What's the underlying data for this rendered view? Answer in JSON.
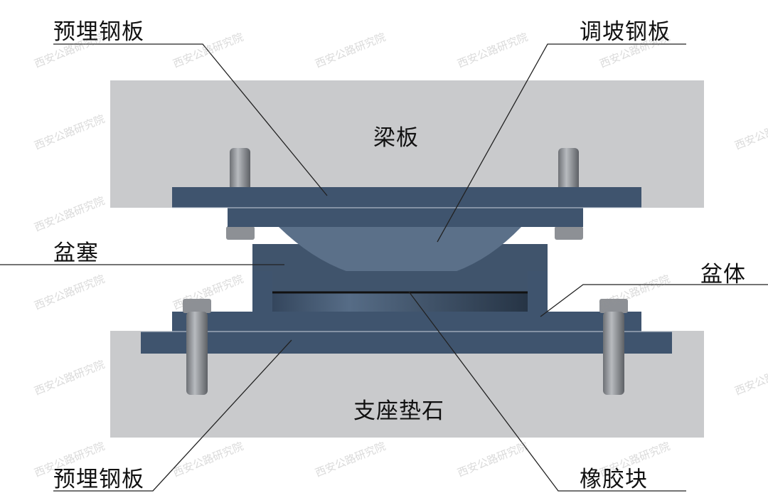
{
  "labels": {
    "top_embedded_plate": "预埋钢板",
    "slope_plate": "调坡钢板",
    "beam": "梁板",
    "pot_plug": "盆塞",
    "pot_body": "盆体",
    "pedestal": "支座垫石",
    "bottom_embedded_plate": "预埋钢板",
    "rubber_block": "橡胶块"
  },
  "watermark": "西安公路研究院",
  "colors": {
    "steel": "#3f546e",
    "concrete": "#c9cacc",
    "bolt": "#8a8d92"
  }
}
